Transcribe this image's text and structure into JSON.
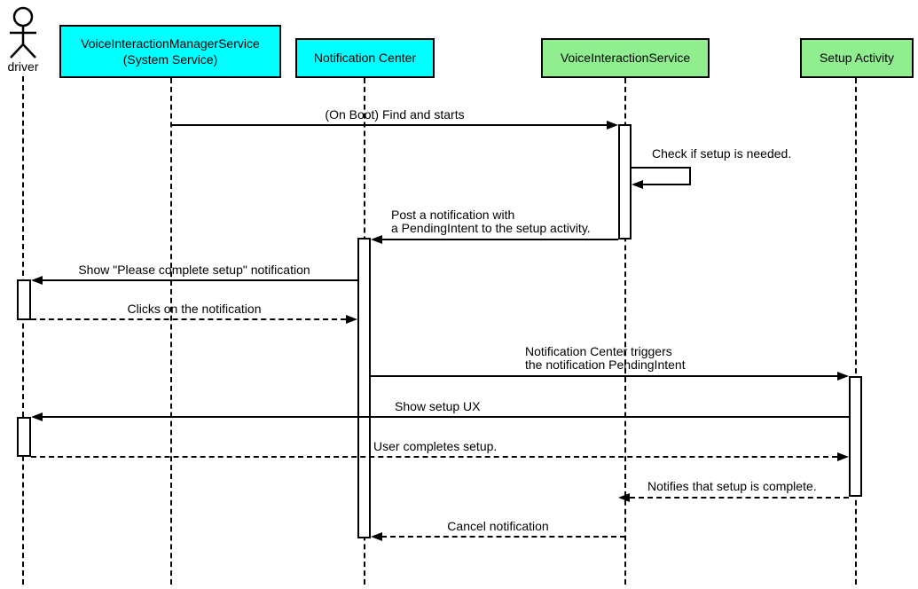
{
  "actor": {
    "label": "driver"
  },
  "participants": [
    {
      "id": "vims",
      "line1": "VoiceInteractionManagerService",
      "line2": "(System Service)",
      "fill": "#00ffff"
    },
    {
      "id": "notification-center",
      "line1": "Notification Center",
      "fill": "#00ffff"
    },
    {
      "id": "vis",
      "line1": "VoiceInteractionService",
      "fill": "#90ee90"
    },
    {
      "id": "setup-activity",
      "line1": "Setup Activity",
      "fill": "#90ee90"
    }
  ],
  "messages": [
    {
      "from": "VoiceInteractionManagerService",
      "to": "VoiceInteractionService",
      "style": "solid",
      "text": "(On Boot) Find and starts"
    },
    {
      "from": "VoiceInteractionService",
      "to": "VoiceInteractionService",
      "style": "solid-self",
      "text": "Check if setup is needed."
    },
    {
      "from": "VoiceInteractionService",
      "to": "Notification Center",
      "style": "solid",
      "line1": "Post a notification with",
      "line2": "a PendingIntent to the setup activity."
    },
    {
      "from": "Notification Center",
      "to": "driver",
      "style": "solid",
      "text": "Show \"Please complete setup\" notification"
    },
    {
      "from": "driver",
      "to": "Notification Center",
      "style": "dashed",
      "text": "Clicks on the notification"
    },
    {
      "from": "Notification Center",
      "to": "Setup Activity",
      "style": "solid",
      "line1": "Notification Center triggers",
      "line2": "the notification PendingIntent"
    },
    {
      "from": "Setup Activity",
      "to": "driver",
      "style": "solid",
      "text": "Show setup UX"
    },
    {
      "from": "driver",
      "to": "Setup Activity",
      "style": "dashed",
      "text": "User completes setup."
    },
    {
      "from": "Setup Activity",
      "to": "VoiceInteractionService",
      "style": "dashed",
      "text": "Notifies that setup is complete."
    },
    {
      "from": "VoiceInteractionService",
      "to": "Notification Center",
      "style": "dashed",
      "text": "Cancel notification"
    }
  ],
  "colors": {
    "participant_cyan": "#00ffff",
    "participant_green": "#90ee90",
    "line": "#000000",
    "background": "#ffffff"
  }
}
